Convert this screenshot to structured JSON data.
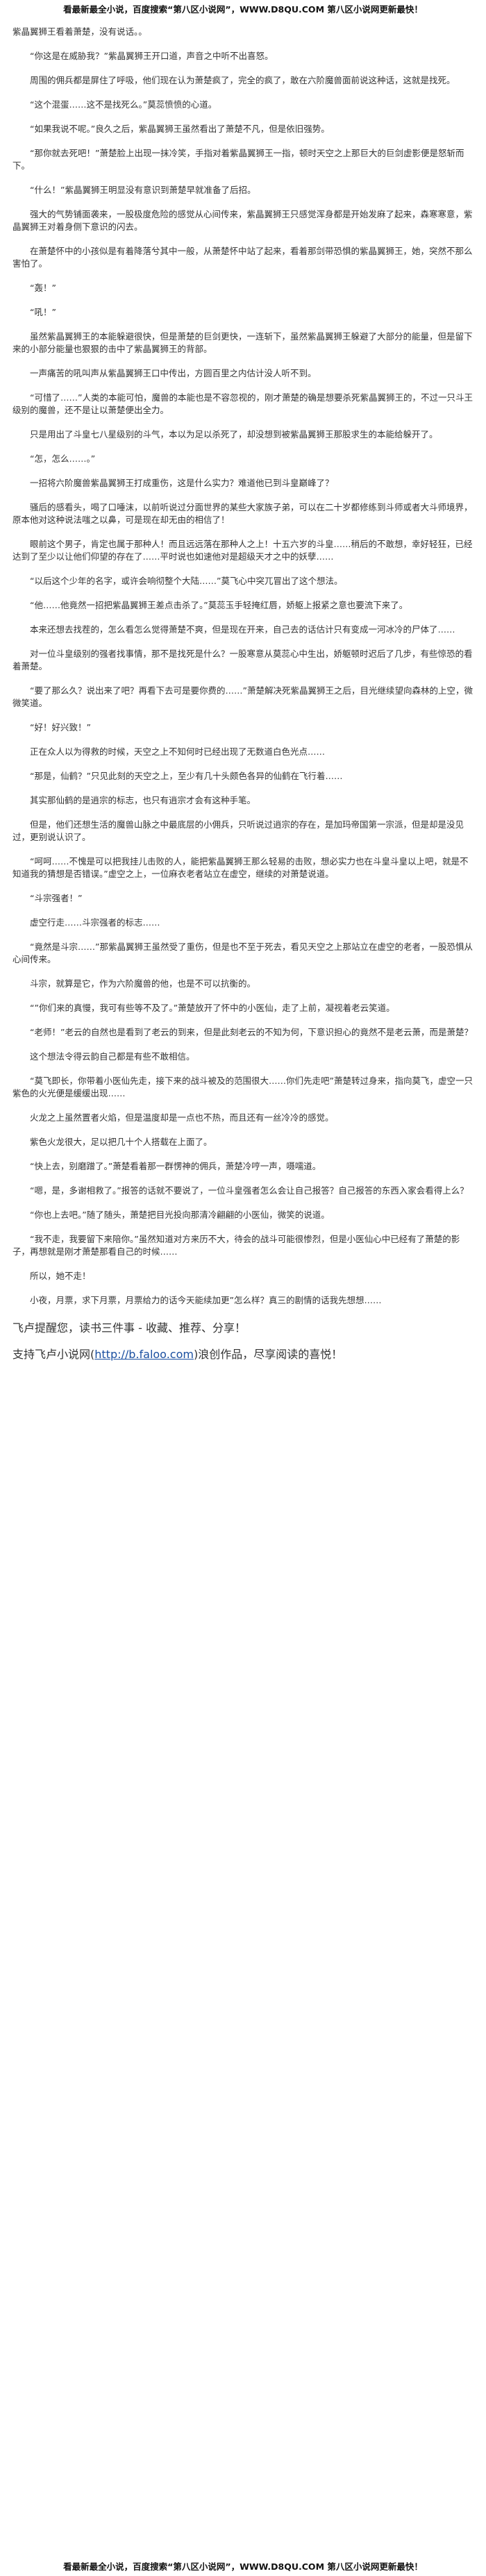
{
  "header": {
    "banner": "看最新最全小说，百度搜索“第八区小说网”，WWW.D8QU.COM 第八区小说网更新最快！"
  },
  "paragraphs": [
    "紫晶翼狮王看着萧楚，没有说话。。",
    "“你这是在威胁我？”紫晶翼狮王开口道，声音之中听不出喜怒。",
    "周围的佣兵都是屏住了呼吸，他们现在认为萧楚疯了，完全的疯了，敢在六阶魔兽面前说这种话，这就是找死。",
    "“这个混蛋……这不是找死么。”莫蕊愤愤的心道。",
    "“如果我说不呢。”良久之后，紫晶翼狮王虽然看出了萧楚不凡，但是依旧强势。",
    "“那你就去死吧！”萧楚脸上出现一抹冷笑，手指对着紫晶翼狮王一指，顿时天空之上那巨大的巨剑虚影便是怒斩而下。",
    "“什么！”紫晶翼狮王明显没有意识到萧楚早就准备了后招。",
    "强大的气势铺面袭来，一股极度危险的感觉从心间传来，紫晶翼狮王只感觉浑身都是开始发麻了起来，森寒寒意，紫晶翼狮王对着身侧下意识的闪去。",
    "在萧楚怀中的小孩似是有着降落兮其中一般，从萧楚怀中站了起来，看着那剑带恐惧的紫晶翼狮王，她，突然不那么害怕了。",
    "“轰！”",
    "“吼！”",
    "虽然紫晶翼狮王的本能躲避很快，但是萧楚的巨剑更快，一连斩下，虽然紫晶翼狮王躲避了大部分的能量，但是留下来的小部分能量也狠狠的击中了紫晶翼狮王的背部。",
    "一声痛苦的吼叫声从紫晶翼狮王口中传出，方圆百里之内估计没人听不到。",
    "“可惜了……”人类的本能可怕，魔兽的本能也是不容忽视的，刚才萧楚的确是想要杀死紫晶翼狮王的，不过一只斗王级别的魔兽，还不是让以萧楚便出全力。",
    "只是用出了斗皇七八星级别的斗气，本以为足以杀死了，却没想到被紫晶翼狮王那股求生的本能给躲开了。",
    "“怎，怎么……。”",
    "一招将六阶魔兽紫晶翼狮王打成重伤，这是什么实力？难道他已到斗皇巅峰了？",
    "骚后的感看头，喝了口唾沫，以前听说过分面世界的某些大家族子弟，可以在二十岁都修练到斗师或者大斗师境界，原本他对这种说法嗤之以鼻，可是现在却无由的相信了！",
    "眼前这个男子，肯定也属于那种人！而且远远落在那种人之上！十五六岁的斗皇……稍后的不敢想，幸好轻狂，已经达到了至少以让他们仰望的存在了……平时说也如速他对是超级天才之中的妖孽……",
    "“以后这个少年的名字，或许会响彻整个大陆……”莫飞心中突兀冒出了这个想法。",
    "“他……他竟然一招把紫晶翼狮王差点击杀了。”莫蕊玉手轻掩红唇，娇躯上报紧之意也要流下来了。",
    "本来还想去找茬的，怎么看怎么觉得萧楚不爽，但是现在开来，自己去的话估计只有变成一河冰冷的尸体了……",
    "对一位斗皇级别的强者找事情，那不是找死是什么？一股寒意从莫蕊心中生出，娇躯顿时迟后了几步，有些惊恐的看着萧楚。",
    "“要了那么久？说出来了吧？再看下去可是要你费的……”萧楚解决死紫晶翼狮王之后，目光继续望向森林的上空，微微笑道。",
    "“好！好兴致！”",
    "正在众人以为得救的时候，天空之上不知何时已经出现了无数道白色光点……",
    "“那是，仙鹤？”只见此刻的天空之上，至少有几十头颇色各异的仙鹤在飞行着……",
    "其实那仙鹤的是逍宗的标志，也只有逍宗才会有这种手笔。",
    "但是，他们还想生活的魔兽山脉之中最底层的小佣兵，只听说过逍宗的存在，是加玛帝国第一宗派，但是却是没见过，更别说认识了。",
    "“呵呵……不愧是可以把我挂儿击败的人，能把紫晶翼狮王那么轻易的击败，想必实力也在斗皇斗皇以上吧，就是不知道我的猜想是否错误。”虚空之上，一位麻衣老者站立在虚空，继续的对萧楚说道。",
    "“斗宗强者！”",
    "虚空行走……斗宗强者的标志……",
    "“竟然是斗宗……”那紫晶翼狮王虽然受了重伤，但是也不至于死去，看见天空之上那站立在虚空的老者，一股恐惧从心间传来。",
    "斗宗，就算是它，作为六阶魔兽的他，也是不可以抗衡的。",
    "“”你们来的真慢，我可有些等不及了。”萧楚放开了怀中的小医仙，走了上前，凝视着老云笑道。",
    "“老师！”老云的自然也是看到了老云的到来，但是此刻老云的不知为何，下意识担心的竟然不是老云萧，而是萧楚？",
    "这个想法令得云韵自己都是有些不敢相信。",
    "“莫飞即长，你带着小医仙先走，接下来的战斗被及的范围很大……你们先走吧”萧楚转过身来，指向莫飞，虚空一只紫色的火光便是缓缓出现……",
    "火龙之上虽然置者火焰，但是温度却是一点也不热，而且还有一丝冷冷的感觉。",
    "紫色火龙很大，足以把几十个人搭载在上面了。",
    "“快上去，别磨蹭了。”萧楚看着那一群愣神的佣兵，萧楚冷哼一声，嗫嚅道。",
    "“嗯，是，多谢相救了。”报答的话就不要说了，一位斗皇强者怎么会让自己报答？自己报答的东西入家会看得上么？",
    "“你也上去吧。”随了随头，萧楚把目光投向那清冷翩翩的小医仙，微笑的说道。",
    "“我不走，我要留下来陪你。”虽然知道对方来历不大，待会的战斗可能很惨烈，但是小医仙心中已经有了萧楚的影子，再想就是刚才萧楚那看自己的时候……",
    "所以，她不走！",
    "小夜，月票，求下月票，月票给力的话今天能续加更”怎么样？真三的剧情的话我先想想……"
  ],
  "footer_lines": [
    "飞卢提醒您，读书三件事 - 收藏、推荐、分享！"
  ],
  "support_line": {
    "prefix": "支持飞卢小说网(",
    "link": "http://b.faloo.com",
    "suffix": ")浪创作品，尽享阅读的喜悦！"
  },
  "bottom_banner": "看最新最全小说，百度搜索“第八区小说网”，WWW.D8QU.COM 第八区小说网更新最快！"
}
